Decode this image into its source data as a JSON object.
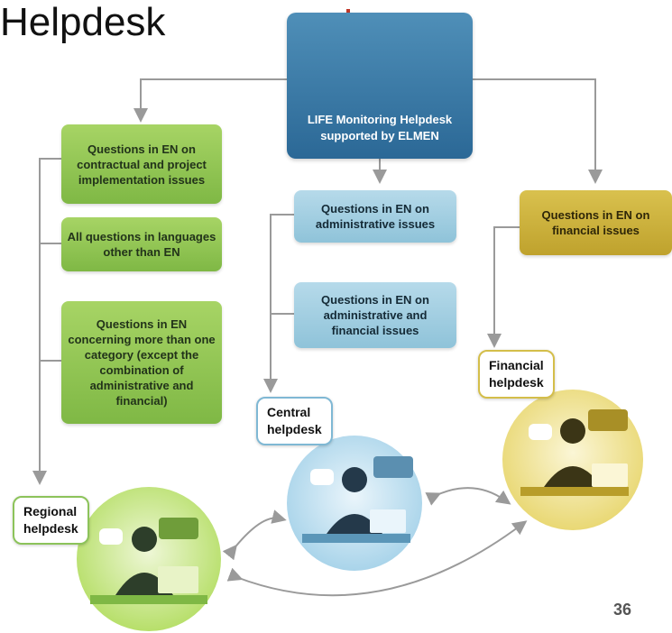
{
  "title": "Helpdesk",
  "hero": {
    "label": "LIFE Monitoring Helpdesk\nsupported by ELMEN"
  },
  "boxes": {
    "contractual": "Questions in EN on contractual and project implementation issues",
    "languages": "All questions in languages other than EN",
    "multi": "Questions in EN concerning more than one category (except the combination of administrative and financial)",
    "admin": "Questions in EN on administrative issues",
    "admin_fin": "Questions in EN on administrative and financial issues",
    "financial": "Questions in EN on financial issues"
  },
  "helpdesks": {
    "regional": "Regional\nhelpdesk",
    "central": "Central\nhelpdesk",
    "financial": "Financial\nhelpdesk"
  },
  "page_number": "36",
  "colors": {
    "green": "#8cc35a",
    "blue": "#8fc3d9",
    "gold": "#c9ac35",
    "navy": "#2b6896"
  }
}
